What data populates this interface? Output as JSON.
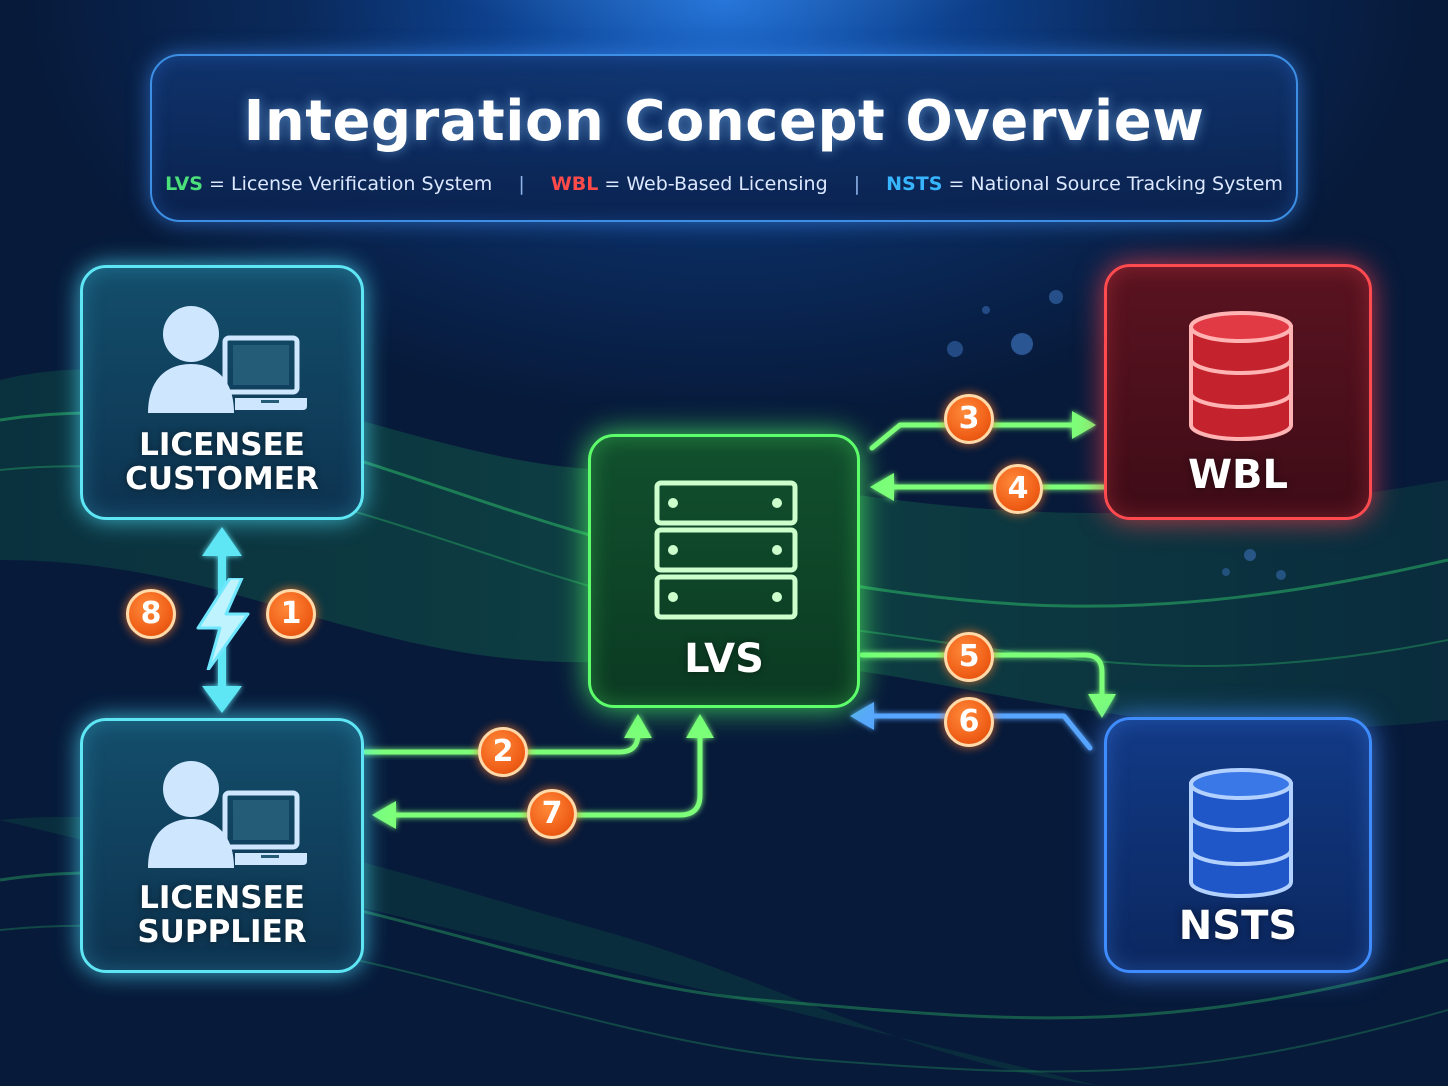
{
  "header": {
    "title": "Integration Concept Overview",
    "legend": [
      {
        "abbr": "LVS",
        "definition": "= License Verification System",
        "color": "#4be07a"
      },
      {
        "abbr": "WBL",
        "definition": "= Web-Based Licensing",
        "color": "#ff4a4a"
      },
      {
        "abbr": "NSTS",
        "definition": "= National Source Tracking System",
        "color": "#37b6ff"
      }
    ],
    "separator": "|"
  },
  "nodes": {
    "licensee_customer": {
      "line1": "LICENSEE",
      "line2": "CUSTOMER",
      "icon": "user-computer-icon",
      "color": "#5ee6f5"
    },
    "licensee_supplier": {
      "line1": "LICENSEE",
      "line2": "SUPPLIER",
      "icon": "user-computer-icon",
      "color": "#5ee6f5"
    },
    "lvs": {
      "label": "LVS",
      "icon": "server-rack-icon",
      "color": "#5dff6a"
    },
    "wbl": {
      "label": "WBL",
      "icon": "database-icon",
      "color": "#ff4a50"
    },
    "nsts": {
      "label": "NSTS",
      "icon": "database-icon",
      "color": "#3f8cff"
    }
  },
  "steps": {
    "s1": "1",
    "s2": "2",
    "s3": "3",
    "s4": "4",
    "s5": "5",
    "s6": "6",
    "s7": "7",
    "s8": "8"
  },
  "connector_icon": "lightning-bolt-icon",
  "colors": {
    "arrow_green": "#7dff7a",
    "arrow_blue": "#59a6ff",
    "badge_orange": "#f06018",
    "background": "#071a3a"
  }
}
